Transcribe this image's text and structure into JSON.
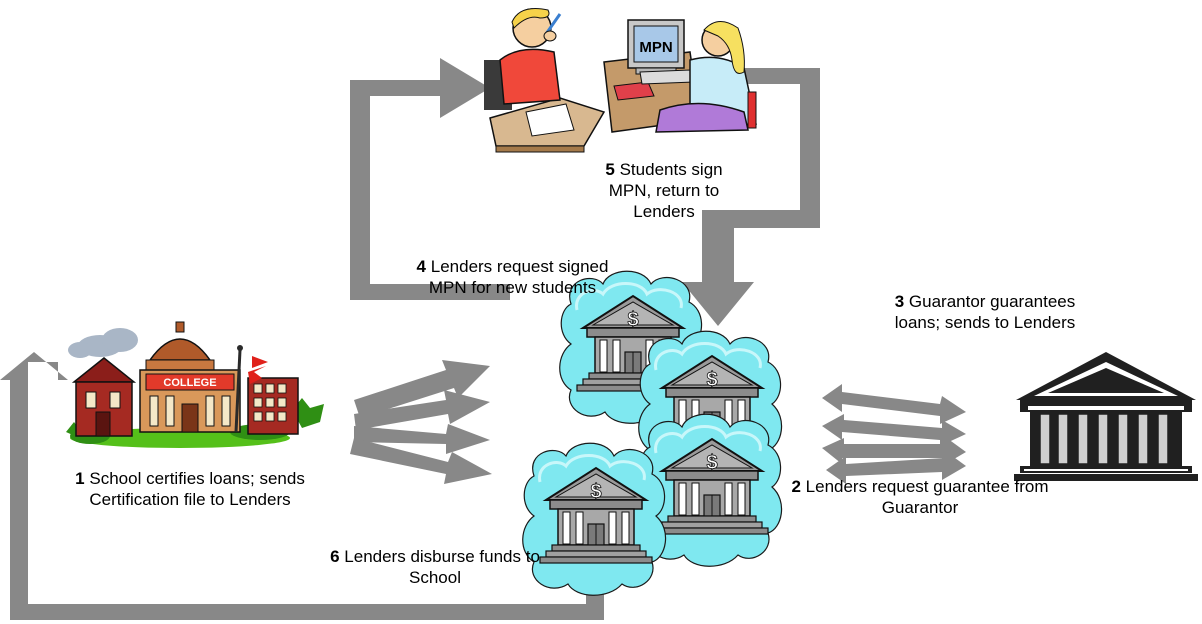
{
  "colors": {
    "arrow": "#888888",
    "bank_fill": "#7fe8f0",
    "bank_building": "#9a9a9a",
    "guarantor": "#202020"
  },
  "icons": [
    "students-clipart-icon",
    "college-clipart-icon",
    "lender-bank-icon",
    "guarantor-bank-icon"
  ],
  "clipart": {
    "college_sign": "COLLEGE",
    "monitor_text": "MPN",
    "bank_symbol": "$"
  },
  "steps": {
    "s1": {
      "num": "1",
      "text": "School certifies loans; sends Certification file to Lenders"
    },
    "s2": {
      "num": "2",
      "text": "Lenders request guarantee from Guarantor"
    },
    "s3": {
      "num": "3",
      "text": "Guarantor guarantees loans; sends to Lenders"
    },
    "s4": {
      "num": "4",
      "text": "Lenders request signed MPN for new students"
    },
    "s5": {
      "num": "5",
      "text": "Students sign MPN, return to Lenders"
    },
    "s6": {
      "num": "6",
      "text": "Lenders disburse funds to School"
    }
  }
}
